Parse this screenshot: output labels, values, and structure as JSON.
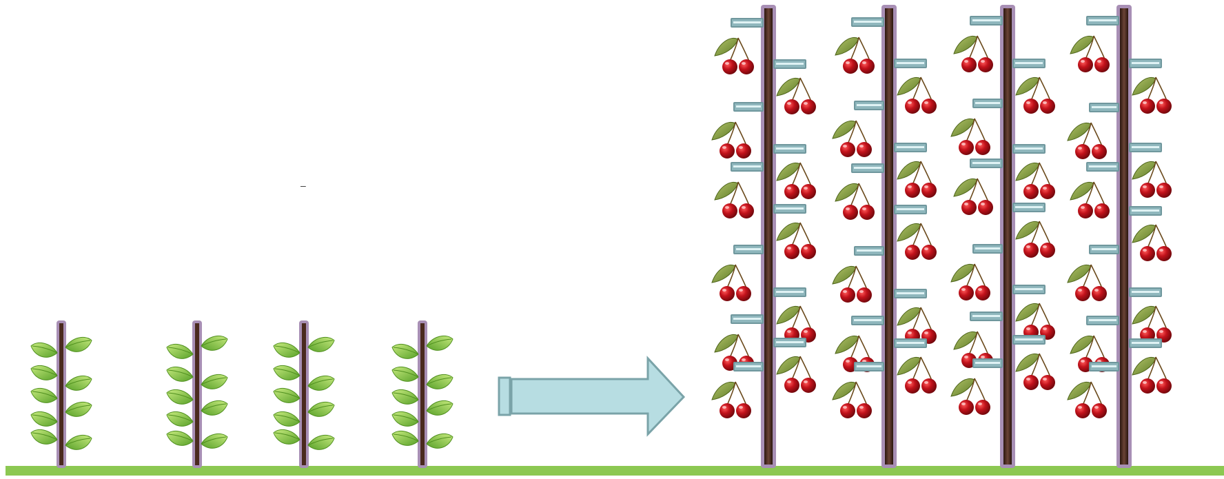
{
  "diagram": {
    "title": "",
    "stray_mark_text": "–"
  },
  "before": {
    "label": "",
    "sapling_count": 4,
    "leaves_per_sapling": 9,
    "trunk_colors": {
      "stick": "#4a2a1e",
      "outline": "#a88fb5"
    },
    "leaf_color": "#8cc63f"
  },
  "transition": {
    "arrow_icon": "right-arrow-icon",
    "arrow_fill": "#b7dde2",
    "arrow_stroke": "#7aa3a8"
  },
  "after": {
    "label": "",
    "pole_count": 4,
    "cherry_clusters_per_pole": 11,
    "arm_color": "#8fb7bd",
    "cherry_color": "#b3131b",
    "cherry_leaf_color": "#7c9a35"
  },
  "ground": {
    "color": "#8cc852"
  }
}
